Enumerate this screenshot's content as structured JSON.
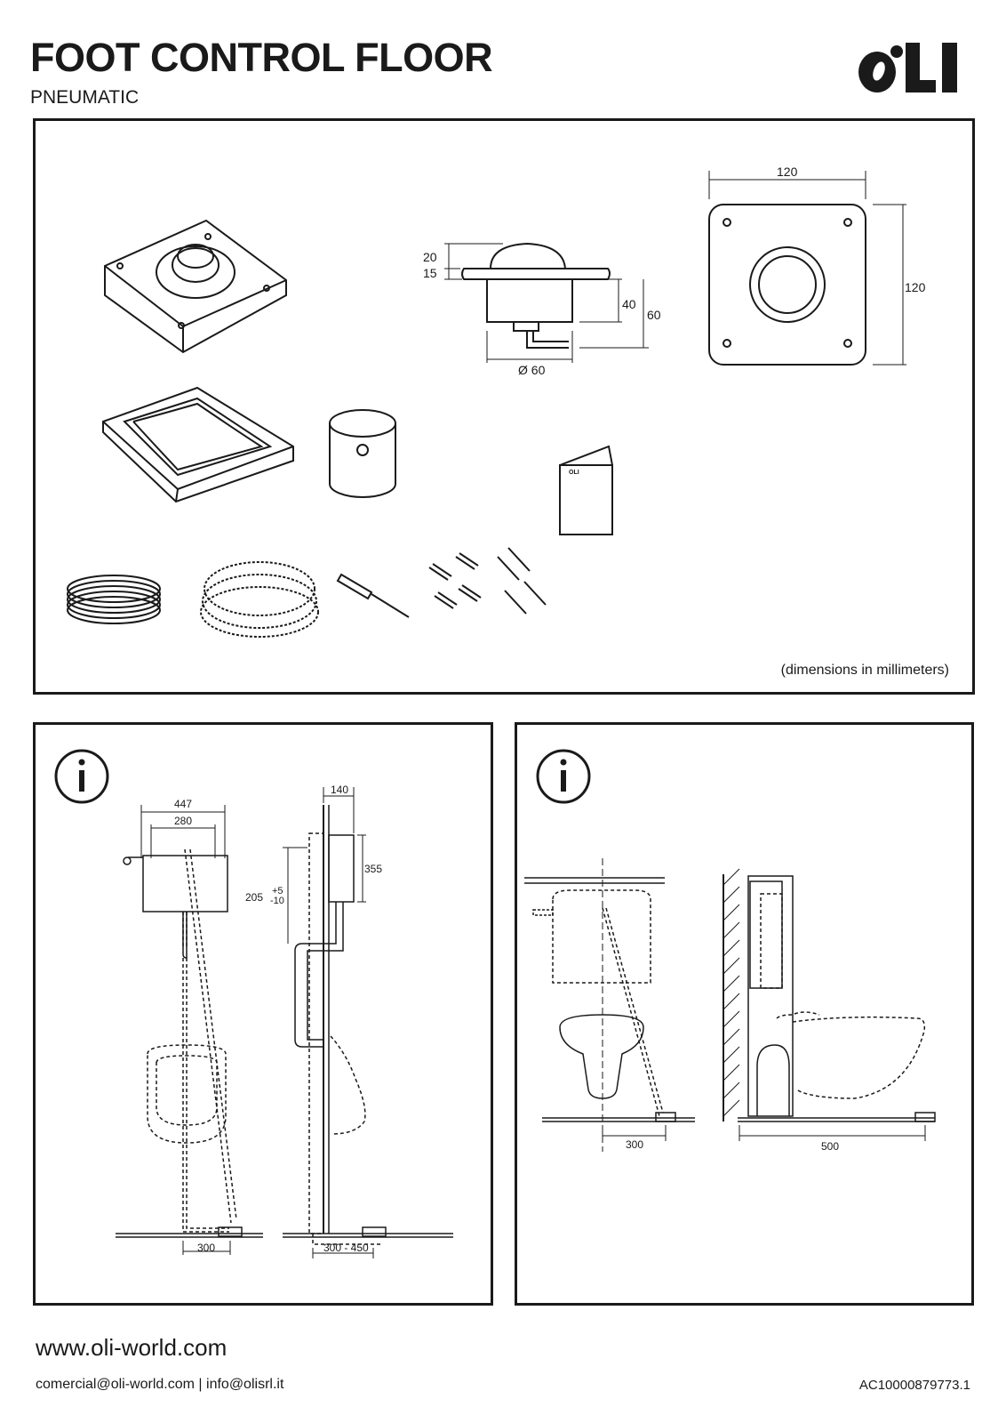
{
  "header": {
    "title": "FOOT CONTROL FLOOR",
    "subtitle": "PNEUMATIC",
    "logo_text": "OLI"
  },
  "kit_panel": {
    "dim_20": "20",
    "dim_15": "15",
    "dim_40": "40",
    "dim_60": "60",
    "dim_diameter": "Ø 60",
    "dim_width": "120",
    "dim_height": "120",
    "booklet_brand": "OLI",
    "note": "(dimensions in millimeters)"
  },
  "urinal_panel": {
    "dim_447": "447",
    "dim_280": "280",
    "dim_140": "140",
    "dim_355": "355",
    "dim_205": "205",
    "tol_plus": "+5",
    "tol_minus": "-10",
    "dim_300": "300",
    "dim_300_450": "300 - 450"
  },
  "wc_panel": {
    "dim_300": "300",
    "dim_500": "500"
  },
  "footer": {
    "url": "www.oli-world.com",
    "email_commercial": "comercial@oli-world.com",
    "separator": "|",
    "email_info": "info@olisrl.it",
    "code": "AC10000879773.1"
  }
}
